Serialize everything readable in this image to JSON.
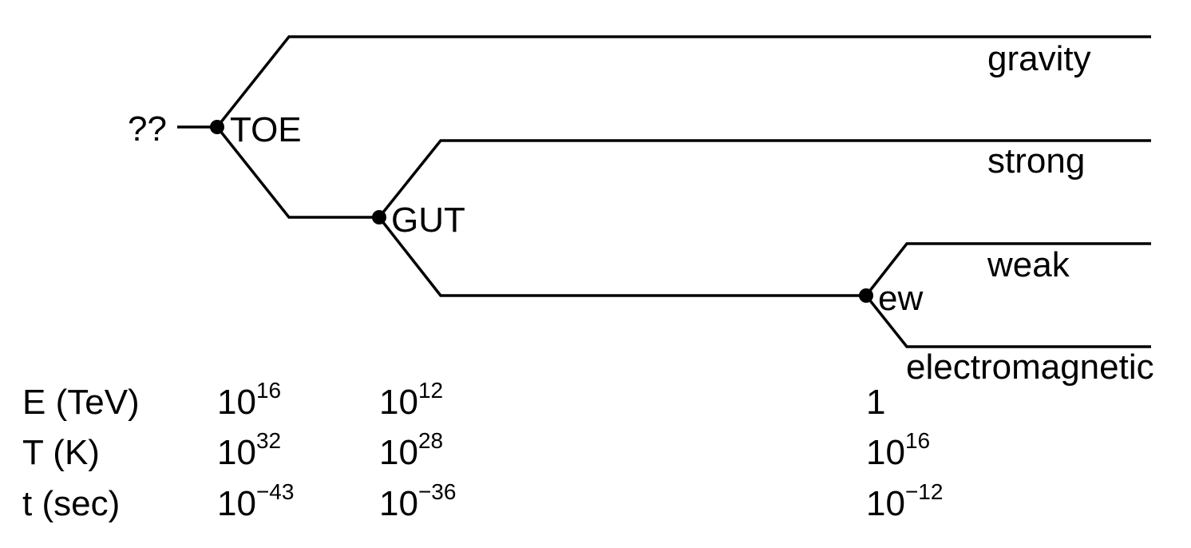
{
  "start_label": "??",
  "nodes": {
    "toe": "TOE",
    "gut": "GUT",
    "ew": "ew"
  },
  "forces": {
    "gravity": "gravity",
    "strong": "strong",
    "weak": "weak",
    "electromagnetic": "electromagnetic"
  },
  "scale": {
    "rows": [
      {
        "label": "E (TeV)",
        "values": [
          {
            "base": "10",
            "exp": "16"
          },
          {
            "base": "10",
            "exp": "12"
          },
          {
            "base": "1",
            "exp": ""
          }
        ]
      },
      {
        "label": "T (K)",
        "values": [
          {
            "base": "10",
            "exp": "32"
          },
          {
            "base": "10",
            "exp": "28"
          },
          {
            "base": "10",
            "exp": "16"
          }
        ]
      },
      {
        "label": "t (sec)",
        "values": [
          {
            "base": "10",
            "exp": "−43"
          },
          {
            "base": "10",
            "exp": "−36"
          },
          {
            "base": "10",
            "exp": "−12"
          }
        ]
      }
    ]
  }
}
